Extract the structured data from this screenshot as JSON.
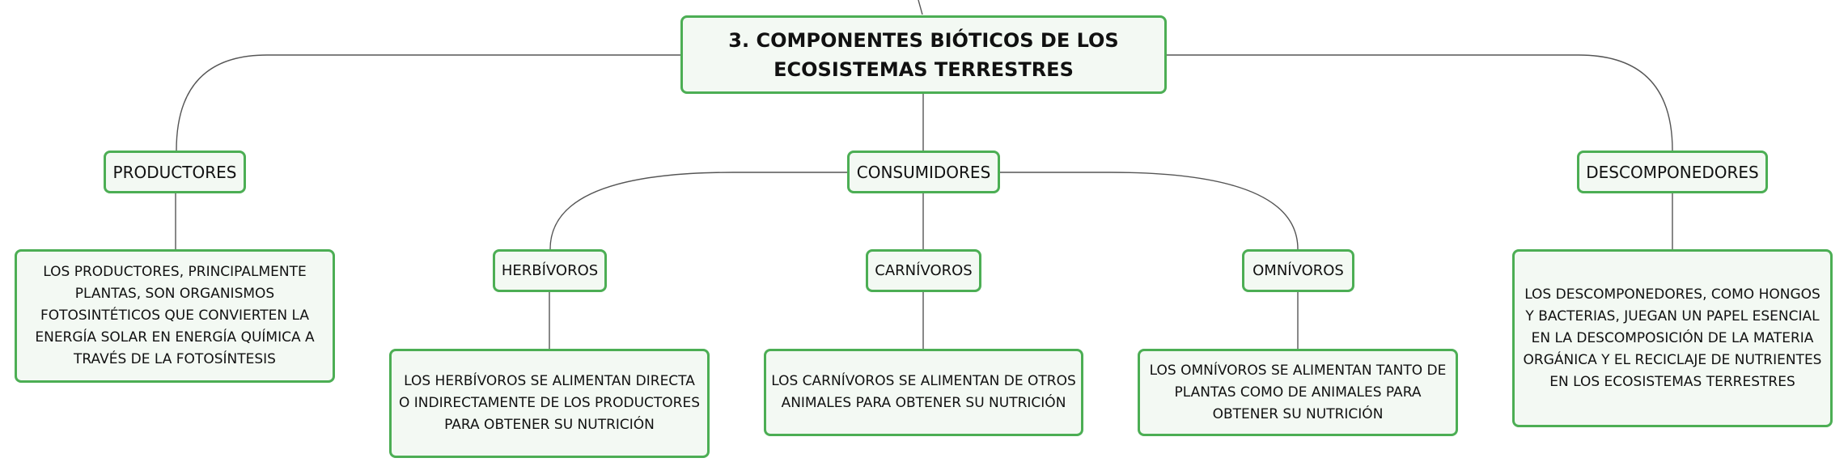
{
  "root": {
    "title": "3. COMPONENTES BIÓTICOS DE LOS ECOSISTEMAS TERRESTRES"
  },
  "productores": {
    "label": "PRODUCTORES",
    "description": "LOS PRODUCTORES, PRINCIPALMENTE PLANTAS, SON ORGANISMOS FOTOSINTÉTICOS QUE CONVIERTEN LA ENERGÍA SOLAR EN ENERGÍA QUÍMICA A TRAVÉS DE LA FOTOSÍNTESIS"
  },
  "consumidores": {
    "label": "CONSUMIDORES",
    "herbivoros": {
      "label": "HERBÍVOROS",
      "description": "LOS HERBÍVOROS SE ALIMENTAN DIRECTA O INDIRECTAMENTE DE LOS PRODUCTORES PARA OBTENER SU NUTRICIÓN"
    },
    "carnivoros": {
      "label": "CARNÍVOROS",
      "description": "LOS CARNÍVOROS SE ALIMENTAN DE OTROS ANIMALES PARA OBTENER SU NUTRICIÓN"
    },
    "omnivoros": {
      "label": "OMNÍVOROS",
      "description": "LOS OMNÍVOROS SE ALIMENTAN TANTO DE PLANTAS COMO DE ANIMALES PARA OBTENER SU NUTRICIÓN"
    }
  },
  "descomponedores": {
    "label": "DESCOMPONEDORES",
    "description": "LOS DESCOMPONEDORES, COMO HONGOS Y BACTERIAS, JUEGAN UN PAPEL ESENCIAL EN LA DESCOMPOSICIÓN DE LA MATERIA ORGÁNICA Y EL RECICLAJE DE NUTRIENTES EN LOS ECOSISTEMAS TERRESTRES"
  },
  "colors": {
    "border": "#4cae54",
    "fill": "#f3f9f3",
    "line": "#555555"
  }
}
